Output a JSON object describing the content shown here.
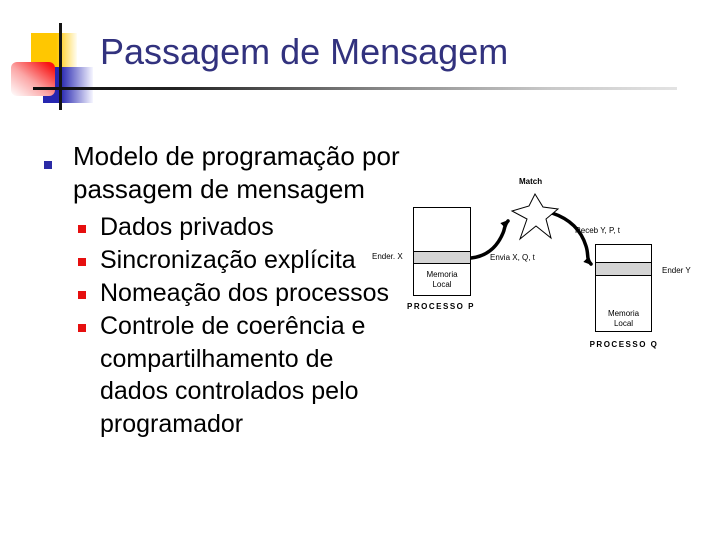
{
  "slide": {
    "title": "Passagem de Mensagem",
    "bullet": {
      "label": "Modelo de programação por\npassagem de mensagem",
      "sub_bullets": [
        "Dados privados",
        "Sincronização explícita",
        "Nomeação dos processos",
        "Controle de coerência e\ncompartilhamento de\ndados controlados pelo\nprogramador"
      ]
    }
  },
  "diagram": {
    "match_label": "Match",
    "send_label": "Envia X, Q, t",
    "receive_label": "Receb Y, P, t",
    "process_p": {
      "address_label": "Ender. X",
      "memory_label": "Memoria\nLocal",
      "name": "PROCESSO P"
    },
    "process_q": {
      "address_label": "Ender Y",
      "memory_label": "Memoria\nLocal",
      "name": "PROCESSO Q"
    }
  },
  "colors": {
    "title-color": "#32327e",
    "bullet1-color": "#2b2ba6",
    "bullet2-color": "#e60f0f",
    "band-color": "#d4d4d4",
    "deco-yellow": "#ffc701",
    "deco-blue": "#2626b0",
    "deco-red": "#f81414"
  }
}
